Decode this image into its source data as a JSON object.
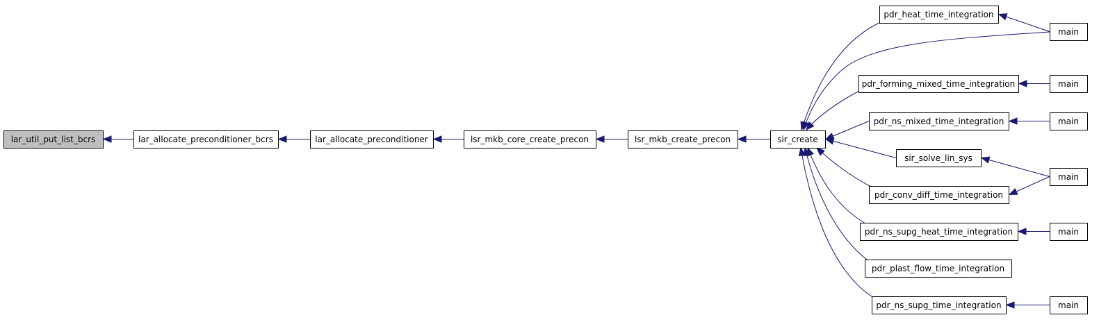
{
  "colors": {
    "edge": "#191970",
    "root_fill": "#bfbfbf",
    "node_fill": "#ffffff",
    "node_border": "#000000",
    "background": "#ffffff"
  },
  "nodes": [
    {
      "id": "lar_util_put_list_bcrs",
      "label": "lar_util_put_list_bcrs",
      "root": true
    },
    {
      "id": "lar_allocate_preconditioner_bcrs",
      "label": "lar_allocate_preconditioner_bcrs"
    },
    {
      "id": "lar_allocate_preconditioner",
      "label": "lar_allocate_preconditioner"
    },
    {
      "id": "lsr_mkb_core_create_precon",
      "label": "lsr_mkb_core_create_precon"
    },
    {
      "id": "lsr_mkb_create_precon",
      "label": "lsr_mkb_create_precon"
    },
    {
      "id": "sir_create",
      "label": "sir_create"
    },
    {
      "id": "pdr_heat_time_integration",
      "label": "pdr_heat_time_integration"
    },
    {
      "id": "pdr_forming_mixed_time_integration",
      "label": "pdr_forming_mixed_time_integration"
    },
    {
      "id": "pdr_ns_mixed_time_integration",
      "label": "pdr_ns_mixed_time_integration"
    },
    {
      "id": "sir_solve_lin_sys",
      "label": "sir_solve_lin_sys"
    },
    {
      "id": "pdr_conv_diff_time_integration",
      "label": "pdr_conv_diff_time_integration"
    },
    {
      "id": "pdr_ns_supg_heat_time_integration",
      "label": "pdr_ns_supg_heat_time_integration"
    },
    {
      "id": "pdr_plast_flow_time_integration",
      "label": "pdr_plast_flow_time_integration"
    },
    {
      "id": "pdr_ns_supg_time_integration",
      "label": "pdr_ns_supg_time_integration"
    },
    {
      "id": "main_1",
      "label": "main"
    },
    {
      "id": "main_2",
      "label": "main"
    },
    {
      "id": "main_3",
      "label": "main"
    },
    {
      "id": "main_4",
      "label": "main"
    },
    {
      "id": "main_5",
      "label": "main"
    },
    {
      "id": "main_6",
      "label": "main"
    }
  ],
  "edges": [
    {
      "from": "lar_allocate_preconditioner_bcrs",
      "to": "lar_util_put_list_bcrs"
    },
    {
      "from": "lar_allocate_preconditioner",
      "to": "lar_allocate_preconditioner_bcrs"
    },
    {
      "from": "lsr_mkb_core_create_precon",
      "to": "lar_allocate_preconditioner"
    },
    {
      "from": "lsr_mkb_create_precon",
      "to": "lsr_mkb_core_create_precon"
    },
    {
      "from": "sir_create",
      "to": "lsr_mkb_create_precon"
    },
    {
      "from": "pdr_heat_time_integration",
      "to": "sir_create"
    },
    {
      "from": "main_1",
      "to": "sir_create"
    },
    {
      "from": "pdr_forming_mixed_time_integration",
      "to": "sir_create"
    },
    {
      "from": "pdr_ns_mixed_time_integration",
      "to": "sir_create"
    },
    {
      "from": "sir_solve_lin_sys",
      "to": "sir_create"
    },
    {
      "from": "pdr_conv_diff_time_integration",
      "to": "sir_create"
    },
    {
      "from": "pdr_ns_supg_heat_time_integration",
      "to": "sir_create"
    },
    {
      "from": "pdr_plast_flow_time_integration",
      "to": "sir_create"
    },
    {
      "from": "pdr_ns_supg_time_integration",
      "to": "sir_create"
    },
    {
      "from": "main_1",
      "to": "pdr_heat_time_integration"
    },
    {
      "from": "main_2",
      "to": "pdr_forming_mixed_time_integration"
    },
    {
      "from": "main_3",
      "to": "pdr_ns_mixed_time_integration"
    },
    {
      "from": "main_4",
      "to": "sir_solve_lin_sys"
    },
    {
      "from": "main_4",
      "to": "pdr_conv_diff_time_integration"
    },
    {
      "from": "main_5",
      "to": "pdr_ns_supg_heat_time_integration"
    },
    {
      "from": "main_6",
      "to": "pdr_ns_supg_time_integration"
    }
  ]
}
